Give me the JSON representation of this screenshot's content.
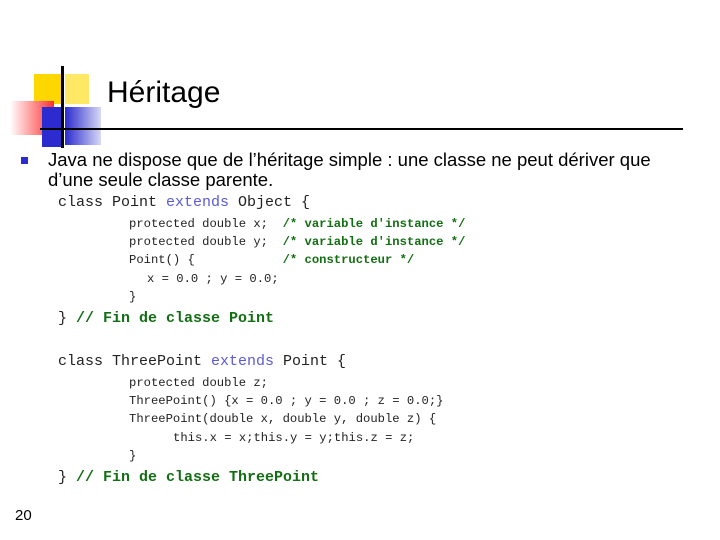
{
  "slide": {
    "title": "Héritage",
    "intro": "Java ne dispose que de l’héritage simple : une classe ne peut dériver que d’une seule classe parente.",
    "page_number": "20"
  },
  "code": {
    "l1": {
      "a": "class Point ",
      "kw": "extends",
      "b": " Object {"
    },
    "l2": {
      "a": "protected double x;  ",
      "c": "/* variable d'instance */"
    },
    "l3": {
      "a": "protected double y;  ",
      "c": "/* variable d'instance */"
    },
    "l4": {
      "a": "Point() {            ",
      "c": "/* constructeur */"
    },
    "l5": "x = 0.0 ; y = 0.0;",
    "l6": "}",
    "l7": {
      "a": "} ",
      "c": "// Fin de classe Point"
    },
    "l8": {
      "a": "class ThreePoint ",
      "kw": "extends",
      "b": " Point {"
    },
    "l9": "protected double z;",
    "l10": "ThreePoint() {x = 0.0 ; y = 0.0 ; z = 0.0;}",
    "l11": "ThreePoint(double x, double y, double z) {",
    "l12": "this.x = x;this.y = y;this.z = z;",
    "l13": "}",
    "l14": {
      "a": "} ",
      "c": "// Fin de classe ThreePoint"
    }
  },
  "colors": {
    "keyword": "#5a5ad6",
    "comment": "#126e12",
    "bullet": "#2b2bcf",
    "deco_yellow": "#ffd700",
    "deco_blue": "#2b2bcf",
    "deco_red": "#ff3030"
  }
}
